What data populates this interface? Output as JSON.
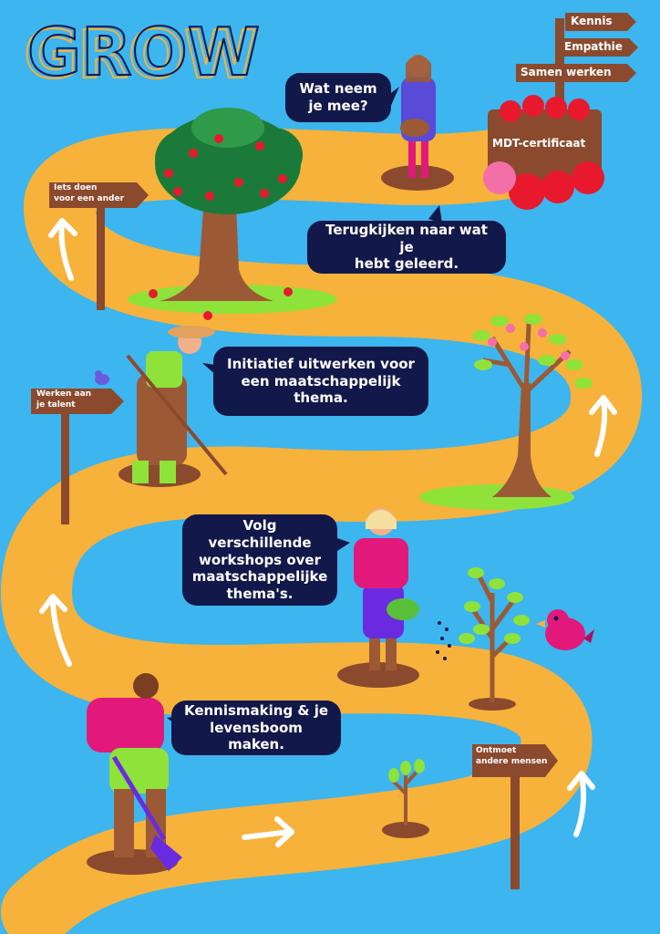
{
  "title": "GROW",
  "bubbles": {
    "take_away": "Wat neem\nje mee?",
    "look_back": "Terugkijken naar wat je\nhebt geleerd.",
    "initiative": "Initiatief uitwerken voor\neen maatschappelijk\nthema.",
    "workshops": "Volg verschillende\nworkshops over\nmaatschappelijke\nthema's.",
    "intro": "Kennismaking & je\nlevensboom maken."
  },
  "signs": {
    "kennis": "Kennis",
    "empathie": "Empathie",
    "samen_werken": "Samen werken",
    "iets_doen": "Iets doen\nvoor een ander",
    "talent": "Werken aan\nje talent",
    "ontmoet": "Ontmoet\nandere mensen"
  },
  "crate_label": "MDT-certificaat",
  "colors": {
    "background": "#3db5ee",
    "path": "#f7b23b",
    "bubble": "#13184a",
    "sign": "#8b4a2e",
    "grass": "#8fe23a",
    "tree_trunk": "#9b5a35",
    "apple": "#e8192c"
  },
  "icons": [
    "arrow-up-icon",
    "arrow-right-icon",
    "apple-tree-icon",
    "blossom-tree-icon",
    "sapling-icon",
    "bird-icon"
  ]
}
